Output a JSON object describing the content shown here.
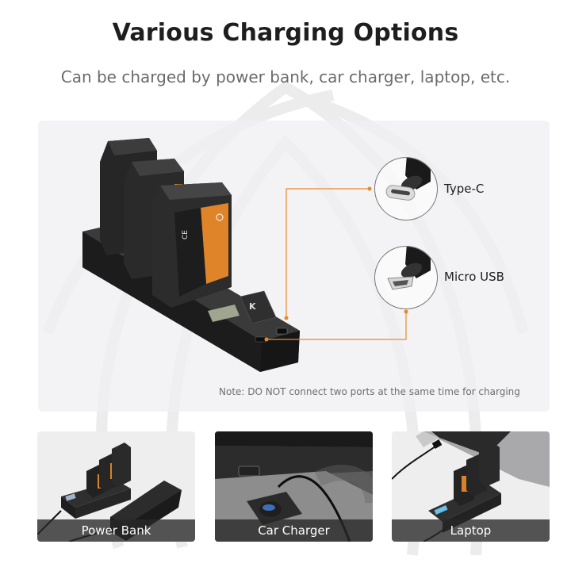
{
  "header": {
    "title": "Various Charging Options",
    "subtitle": "Can be charged by power bank, car charger, laptop, etc."
  },
  "main_panel": {
    "product": "triple-battery-usb-charger",
    "ports": [
      {
        "label": "Type-C",
        "icon": "usb-type-c-connector-icon"
      },
      {
        "label": "Micro USB",
        "icon": "micro-usb-connector-icon"
      }
    ],
    "note": "Note: DO NOT connect two ports at the same time for charging",
    "accent_color": "#e8892b"
  },
  "options": [
    {
      "label": "Power Bank"
    },
    {
      "label": "Car Charger"
    },
    {
      "label": "Laptop"
    }
  ]
}
